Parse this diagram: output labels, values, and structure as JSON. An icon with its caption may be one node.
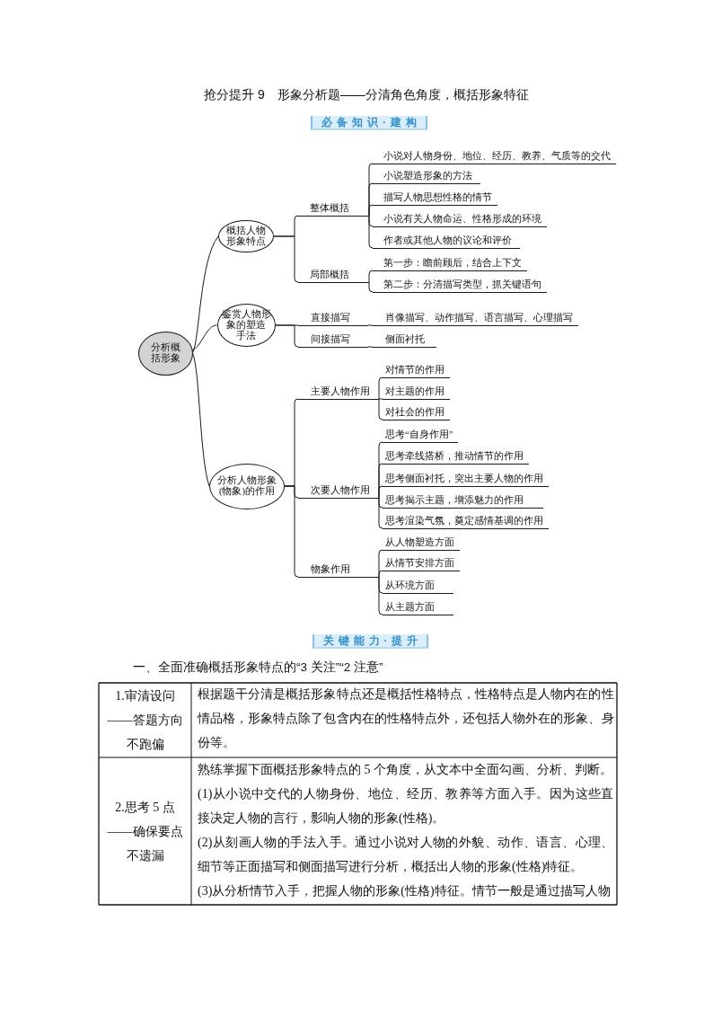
{
  "diagram": {
    "title": "抢分提升 9　形象分析题——分清角色角度，概括形象特征",
    "nodes": [
      {
        "text": [
          "分析概括形象"
        ]
      },
      {
        "text": [
          "概括人物形象特点"
        ]
      },
      {
        "text": [
          "整体概括"
        ]
      },
      {
        "text": [
          "小说对人物身份、地位、经历、教养、气质等的交代"
        ]
      },
      {
        "text": [
          "小说塑造形象的方法"
        ]
      },
      {
        "text": [
          "描写人物思想性格的情节"
        ]
      },
      {
        "text": [
          "小说有关人物命运、性格形成的环境"
        ]
      },
      {
        "text": [
          "作者或其他人物的议论和评价"
        ]
      },
      {
        "text": [
          "局部概括"
        ]
      },
      {
        "text": [
          "第一步：瞻前顾后，结合上下文"
        ]
      },
      {
        "text": [
          "第二步：分清描写类型，抓关键语句"
        ]
      },
      {
        "text": [
          "鉴赏人物形象的塑造手法"
        ]
      },
      {
        "text": [
          "直接描写"
        ]
      },
      {
        "text": [
          "肖像描写、动作描写、语言描写、心理描写"
        ]
      },
      {
        "text": [
          "间接描写"
        ]
      },
      {
        "text": [
          "侧面衬托"
        ]
      },
      {
        "text": [
          "分析人物形象(物象)的作用"
        ]
      },
      {
        "text": [
          "主要人物作用"
        ]
      },
      {
        "text": [
          "对情节的作用"
        ]
      },
      {
        "text": [
          "对主题的作用"
        ]
      },
      {
        "text": [
          "对社会的作用"
        ]
      },
      {
        "text": [
          "次要人物作用"
        ]
      },
      {
        "text": [
          "思考“自身作用”"
        ]
      },
      {
        "text": [
          "思考牵线搭桥，推动情节的作用"
        ]
      },
      {
        "text": [
          "思考侧面衬托，突出主要人物的作用"
        ]
      },
      {
        "text": [
          "思考揭示主题，增添魅力的作用"
        ]
      },
      {
        "text": [
          "思考渲染气氛，奠定感情基调的作用"
        ]
      },
      {
        "text": [
          "物象作用"
        ]
      },
      {
        "text": [
          "从人物塑造方面"
        ]
      },
      {
        "text": [
          "从情节安排方面"
        ]
      },
      {
        "text": [
          "从环境方面"
        ]
      },
      {
        "text": [
          "从主题方面"
        ]
      }
    ],
    "edges": [
      {
        "from": 0,
        "to": 1,
        "arrow": "none"
      },
      {
        "from": 1,
        "to": 2,
        "arrow": "none"
      },
      {
        "from": 2,
        "to": 3,
        "arrow": "none"
      },
      {
        "from": 2,
        "to": 4,
        "arrow": "none"
      },
      {
        "from": 2,
        "to": 5,
        "arrow": "none"
      },
      {
        "from": 2,
        "to": 6,
        "arrow": "none"
      },
      {
        "from": 2,
        "to": 7,
        "arrow": "none"
      },
      {
        "from": 1,
        "to": 8,
        "arrow": "none"
      },
      {
        "from": 8,
        "to": 9,
        "arrow": "none"
      },
      {
        "from": 8,
        "to": 10,
        "arrow": "none"
      },
      {
        "from": 0,
        "to": 11,
        "arrow": "none"
      },
      {
        "from": 11,
        "to": 12,
        "arrow": "none"
      },
      {
        "from": 12,
        "to": 13,
        "arrow": "none"
      },
      {
        "from": 11,
        "to": 14,
        "arrow": "none"
      },
      {
        "from": 14,
        "to": 15,
        "arrow": "none"
      },
      {
        "from": 0,
        "to": 16,
        "arrow": "none"
      },
      {
        "from": 16,
        "to": 17,
        "arrow": "none"
      },
      {
        "from": 17,
        "to": 18,
        "arrow": "none"
      },
      {
        "from": 17,
        "to": 19,
        "arrow": "none"
      },
      {
        "from": 17,
        "to": 20,
        "arrow": "none"
      },
      {
        "from": 16,
        "to": 21,
        "arrow": "none"
      },
      {
        "from": 21,
        "to": 22,
        "arrow": "none"
      },
      {
        "from": 21,
        "to": 23,
        "arrow": "none"
      },
      {
        "from": 21,
        "to": 24,
        "arrow": "none"
      },
      {
        "from": 21,
        "to": 25,
        "arrow": "none"
      },
      {
        "from": 21,
        "to": 26,
        "arrow": "none"
      },
      {
        "from": 16,
        "to": 27,
        "arrow": "none"
      },
      {
        "from": 27,
        "to": 28,
        "arrow": "none"
      },
      {
        "from": 27,
        "to": 29,
        "arrow": "none"
      },
      {
        "from": 27,
        "to": 30,
        "arrow": "none"
      },
      {
        "from": 27,
        "to": 31,
        "arrow": "none"
      }
    ],
    "labels": [
      "必备知识·建构",
      "关键能力·提升",
      "一、全面准确概括形象特点的“3 关注”“2 注意”",
      "1.审清设问——答题方向不跑偏",
      "根据题干分清是概括形象特点还是概括性格特点，性格特点是人物内在的性情品格，形象特点除了包含内在的性格特点外，还包括人物外在的形象、身份等。",
      "2.思考 5 点——确保要点不遗漏",
      "熟练掌握下面概括形象特点的 5 个角度，从文本中全面勾画、分析、判断。",
      "(1)从小说中交代的人物身份、地位、经历、教养等方面入手。因为这些直接决定人物的言行，影响人物的形象(性格)。",
      "(2)从刻画人物的手法入手。通过小说对人物的外貌、动作、语言、心理、细节等正面描写和侧面描写进行分析，概括出人物的形象(性格)特征。",
      "(3)从分析情节入手，把握人物的形象(性格)特征。情节一般是通过描写人物"
    ]
  }
}
